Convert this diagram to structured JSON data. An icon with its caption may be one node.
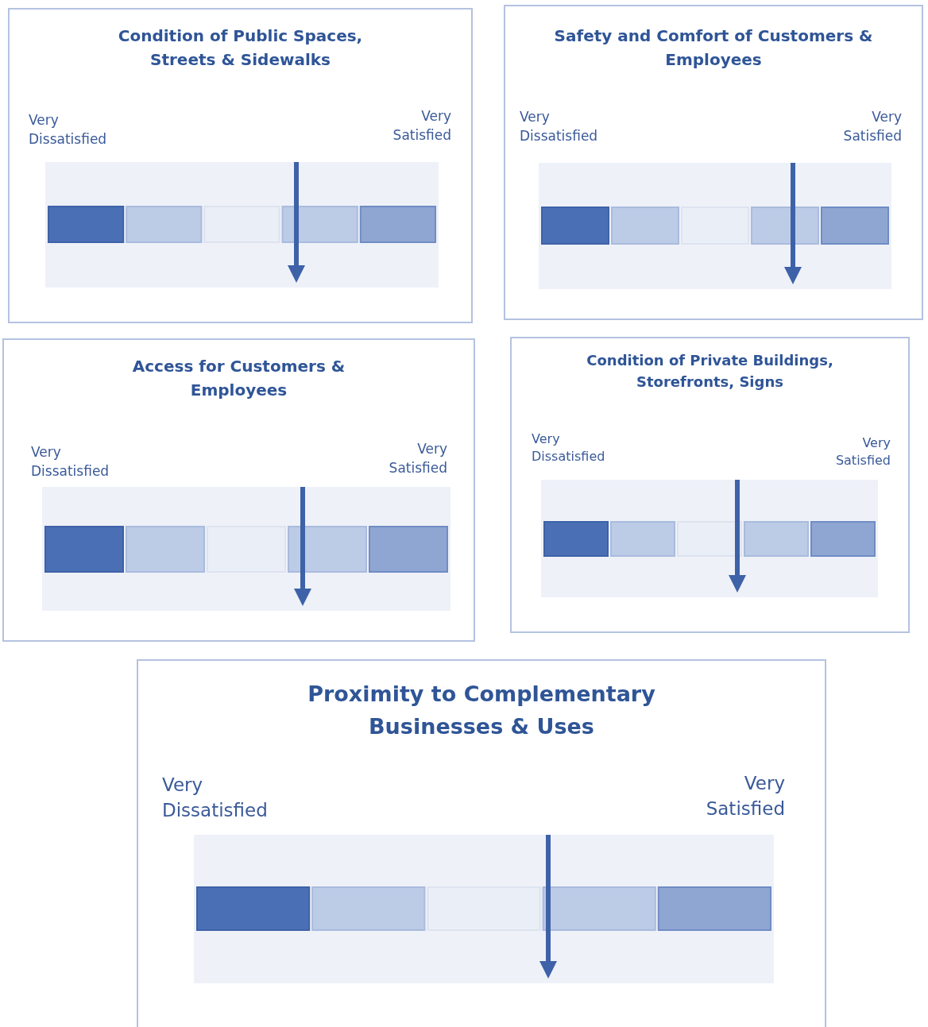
{
  "diagram": {
    "nodes": [
      {
        "text": [
          "Condition of Public Spaces, Streets & Sidewalks",
          "Very Dissatisfied",
          "Very Satisfied"
        ]
      },
      {
        "text": [
          "Safety and Comfort of Customers & Employees",
          "Very Dissatisfied",
          "Very Satisfied"
        ]
      },
      {
        "text": [
          "Access for Customers & Employees",
          "Very Dissatisfied",
          "Very Satisfied"
        ]
      },
      {
        "text": [
          "Condition of Private Buildings, Storefronts, Signs",
          "Very Dissatisfied",
          "Very Satisfied"
        ]
      },
      {
        "text": [
          "Proximity to Complementary Businesses & Uses",
          "Very Dissatisfied",
          "Very Satisfied"
        ]
      }
    ]
  }
}
